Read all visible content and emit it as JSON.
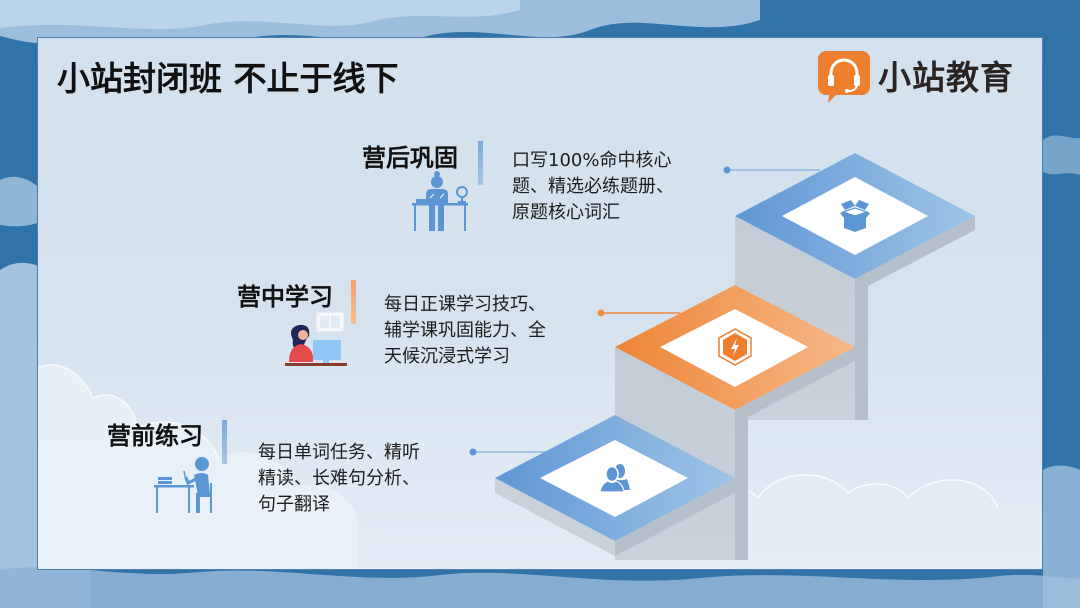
{
  "header": {
    "title": "小站封闭班 不止于线下",
    "logo_text": "小站教育",
    "logo_icon": "headset-chat-bubble-icon"
  },
  "colors": {
    "background_blue": "#2f73a9",
    "panel": "#d6e3ef",
    "step_blue": "#6a9fd8",
    "step_orange": "#ef8a42",
    "step_wall": "#c2cbd4",
    "logo_orange": "#ee7f2f"
  },
  "stages": [
    {
      "title": "营后巩固",
      "accent": "blue",
      "lines": [
        "口写100%命中核心",
        "题、精选必练题册、",
        "原题核心词汇"
      ],
      "illustration": "student-at-desk-with-globe-icon",
      "step_icon": "open-box-icon"
    },
    {
      "title": "营中学习",
      "accent": "orange",
      "lines": [
        "每日正课学习技巧、",
        "辅学课巩固能力、全",
        "天候沉浸式学习"
      ],
      "illustration": "woman-at-computer-icon",
      "step_icon": "lightning-hexagon-icon"
    },
    {
      "title": "营前练习",
      "accent": "blue",
      "lines": [
        "每日单词任务、精听",
        "精读、长难句分析、",
        "句子翻译"
      ],
      "illustration": "person-writing-at-desk-icon",
      "step_icon": "users-icon"
    }
  ]
}
